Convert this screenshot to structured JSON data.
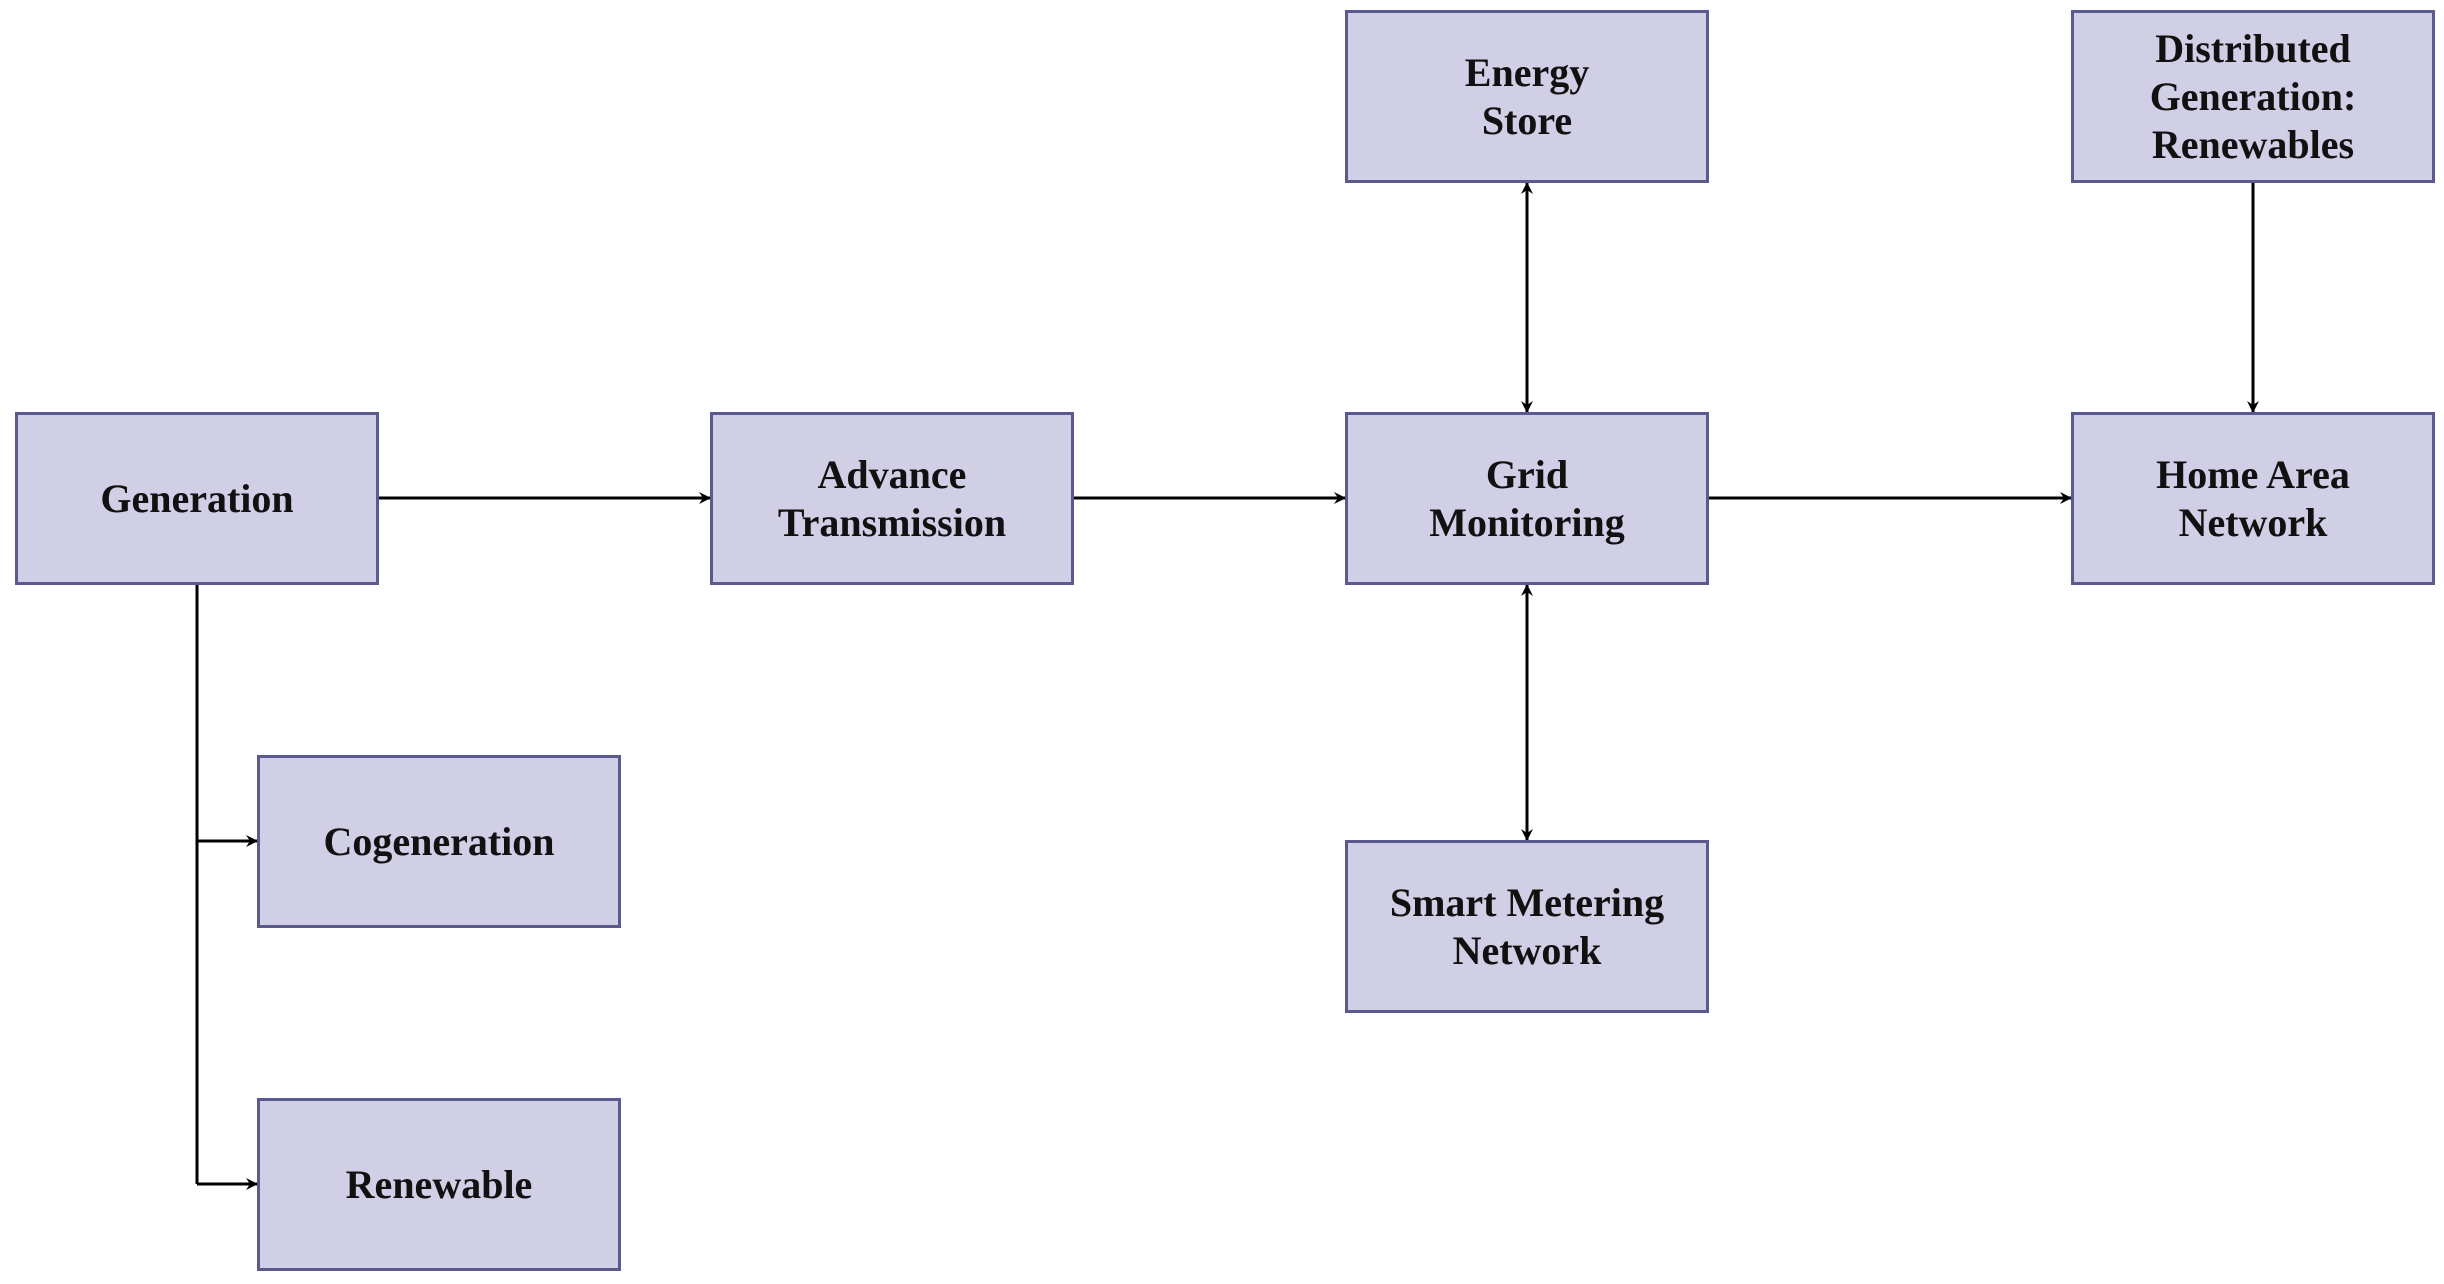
{
  "colors": {
    "node_fill": "#d0cfe5",
    "node_border": "#5a5a8e",
    "text": "#111111",
    "connector": "#000000"
  },
  "nodes": {
    "generation": "Generation",
    "advance_transmission": "Advance\nTransmission",
    "grid_monitoring": "Grid\nMonitoring",
    "home_area_network": "Home Area\nNetwork",
    "energy_store": "Energy\nStore",
    "distributed_generation": "Distributed\nGeneration:\nRenewables",
    "smart_metering": "Smart Metering\nNetwork",
    "cogeneration": "Cogeneration",
    "renewable": "Renewable"
  },
  "connections": [
    {
      "from": "generation",
      "to": "advance_transmission",
      "direction": "forward"
    },
    {
      "from": "advance_transmission",
      "to": "grid_monitoring",
      "direction": "forward"
    },
    {
      "from": "grid_monitoring",
      "to": "home_area_network",
      "direction": "forward"
    },
    {
      "from": "grid_monitoring",
      "to": "energy_store",
      "direction": "both"
    },
    {
      "from": "grid_monitoring",
      "to": "smart_metering",
      "direction": "both"
    },
    {
      "from": "distributed_generation",
      "to": "home_area_network",
      "direction": "forward"
    },
    {
      "from": "generation",
      "to": "cogeneration",
      "direction": "forward"
    },
    {
      "from": "generation",
      "to": "renewable",
      "direction": "forward"
    }
  ]
}
